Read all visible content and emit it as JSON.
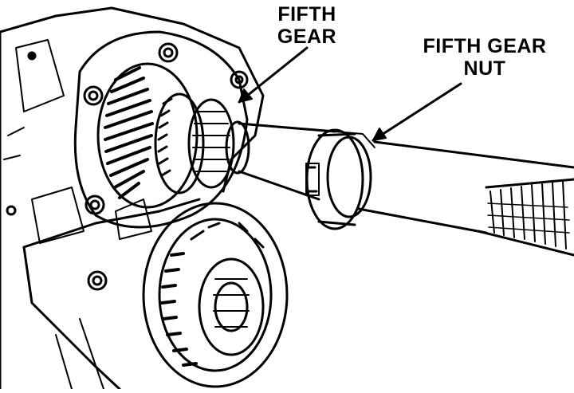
{
  "labels": {
    "fifth_gear_line1": "FIFTH",
    "fifth_gear_line2": "GEAR",
    "fifth_gear_nut_line1": "FIFTH GEAR",
    "fifth_gear_nut_line2": "NUT"
  },
  "colors": {
    "ink": "#000000",
    "paper": "#ffffff"
  }
}
